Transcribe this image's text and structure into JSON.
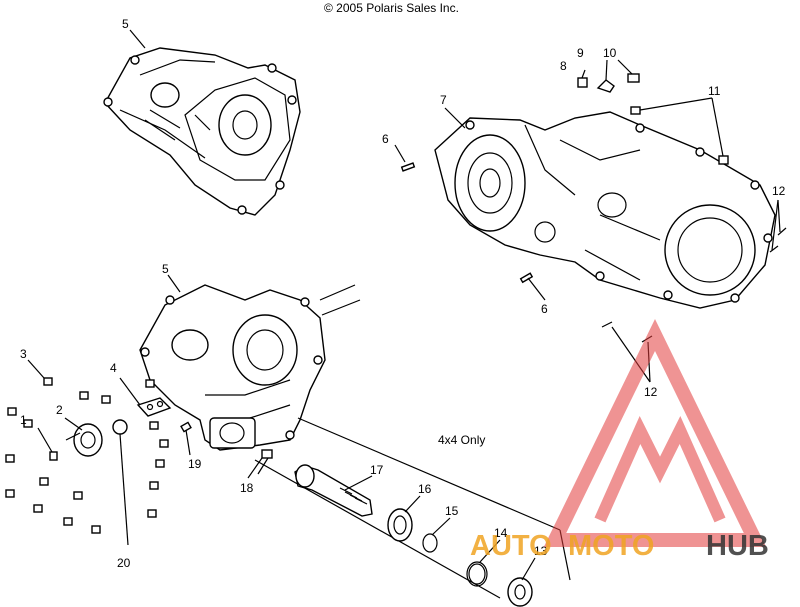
{
  "copyright": "© 2005 Polaris Sales Inc.",
  "note_4x4": "4x4 Only",
  "callouts": [
    "1",
    "2",
    "3",
    "4",
    "5",
    "5",
    "6",
    "6",
    "7",
    "8",
    "9",
    "10",
    "11",
    "12",
    "12",
    "13",
    "14",
    "15",
    "16",
    "17",
    "18",
    "19",
    "20"
  ],
  "watermark": {
    "part1": "AUTO",
    "part2": "MOTO",
    "part3": "HUB",
    "colors": {
      "triangle": "#e23c3c",
      "auto": "#f0a423",
      "moto": "#f0a423",
      "hub": "#333333"
    }
  }
}
